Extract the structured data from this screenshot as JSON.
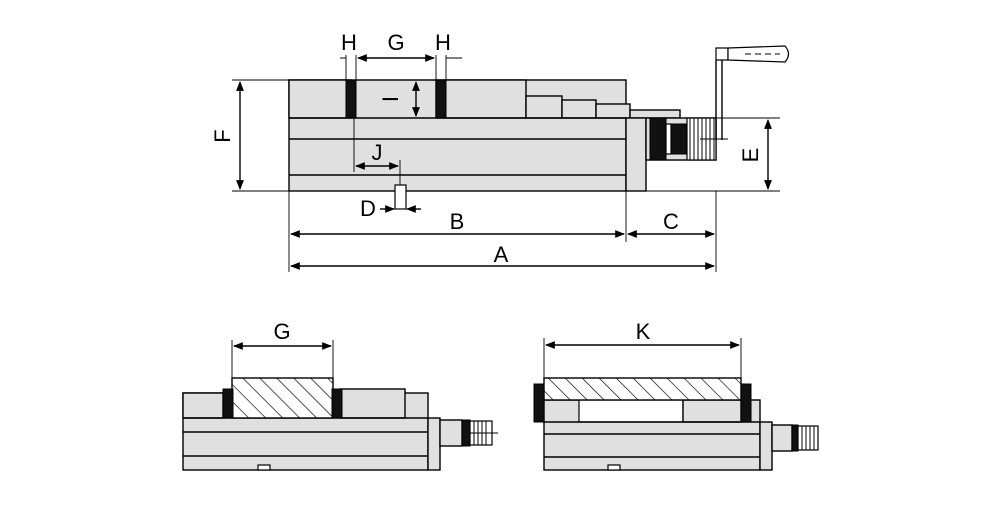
{
  "top_view": {
    "labels": {
      "H_left": "H",
      "G": "G",
      "H_right": "H",
      "I": "I",
      "F": "F",
      "J": "J",
      "D": "D",
      "B": "B",
      "C": "C",
      "A": "A",
      "E": "E"
    }
  },
  "left_view": {
    "labels": {
      "G": "G"
    }
  },
  "right_view": {
    "labels": {
      "K": "K"
    }
  },
  "colors": {
    "body_fill": "#e0e0e0",
    "line": "#000000",
    "jaw": "#111111"
  }
}
